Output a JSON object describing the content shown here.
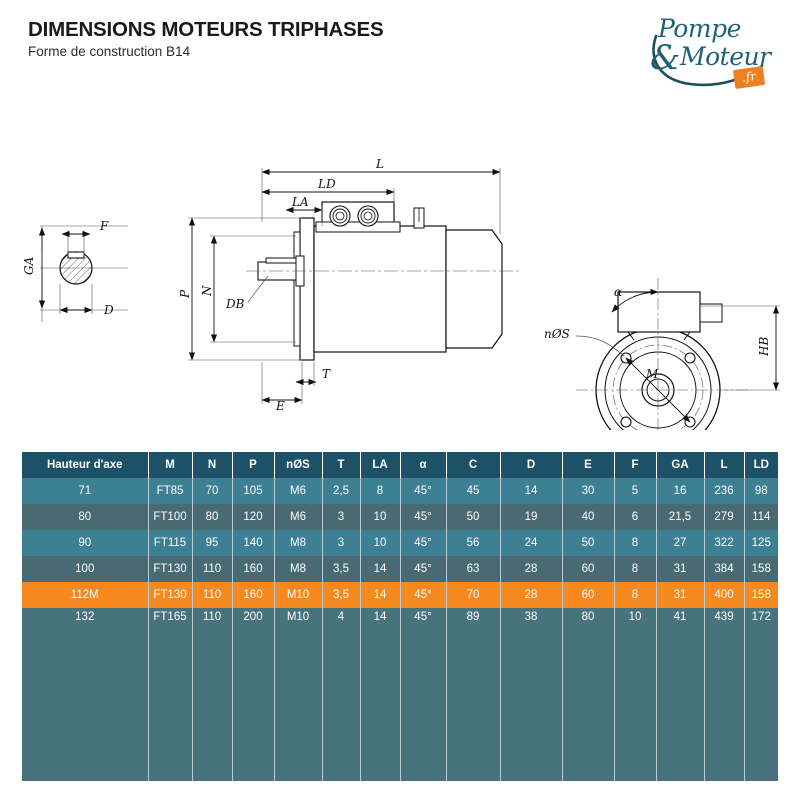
{
  "header": {
    "title": "DIMENSIONS MOTEURS TRIPHASES",
    "subtitle": "Forme de construction B14"
  },
  "logo": {
    "line1": "Pompe",
    "amp": "&",
    "line2": "Moteur",
    "tld": ".fr",
    "brand_color": "#1f6276",
    "accent_color": "#ef8022"
  },
  "drawing": {
    "shaft_detail": {
      "labels": [
        "GA",
        "F",
        "D"
      ]
    },
    "side_view": {
      "labels": [
        "L",
        "LD",
        "LA",
        "P",
        "N",
        "DB",
        "E",
        "T"
      ]
    },
    "front_view": {
      "labels": [
        "α",
        "nØS",
        "M",
        "HB"
      ]
    }
  },
  "table": {
    "columns": [
      "Hauteur d'axe",
      "M",
      "N",
      "P",
      "nØS",
      "T",
      "LA",
      "α",
      "C",
      "D",
      "E",
      "F",
      "GA",
      "L",
      "LD"
    ],
    "rows": [
      {
        "style": "light",
        "cells": [
          "71",
          "FT85",
          "70",
          "105",
          "M6",
          "2,5",
          "8",
          "45°",
          "45",
          "14",
          "30",
          "5",
          "16",
          "236",
          "98"
        ]
      },
      {
        "style": "dark",
        "cells": [
          "80",
          "FT100",
          "80",
          "120",
          "M6",
          "3",
          "10",
          "45°",
          "50",
          "19",
          "40",
          "6",
          "21,5",
          "279",
          "114"
        ]
      },
      {
        "style": "light",
        "cells": [
          "90",
          "FT115",
          "95",
          "140",
          "M8",
          "3",
          "10",
          "45°",
          "56",
          "24",
          "50",
          "8",
          "27",
          "322",
          "125"
        ]
      },
      {
        "style": "dark",
        "cells": [
          "100",
          "FT130",
          "110",
          "160",
          "M8",
          "3,5",
          "14",
          "45°",
          "63",
          "28",
          "60",
          "8",
          "31",
          "384",
          "158"
        ]
      },
      {
        "style": "hl",
        "cells": [
          "112M",
          "FT130",
          "110",
          "160",
          "M10",
          "3,5",
          "14",
          "45°",
          "70",
          "28",
          "60",
          "8",
          "31",
          "400",
          "158"
        ]
      },
      {
        "style": "fill",
        "cells": [
          "132",
          "FT165",
          "110",
          "200",
          "M10",
          "4",
          "14",
          "45°",
          "89",
          "38",
          "80",
          "10",
          "41",
          "439",
          "172"
        ]
      }
    ],
    "header_color": "#1c5167",
    "row_light_color": "#3d7f93",
    "row_dark_color": "#4a6a73",
    "highlight_color": "#f5891f"
  }
}
